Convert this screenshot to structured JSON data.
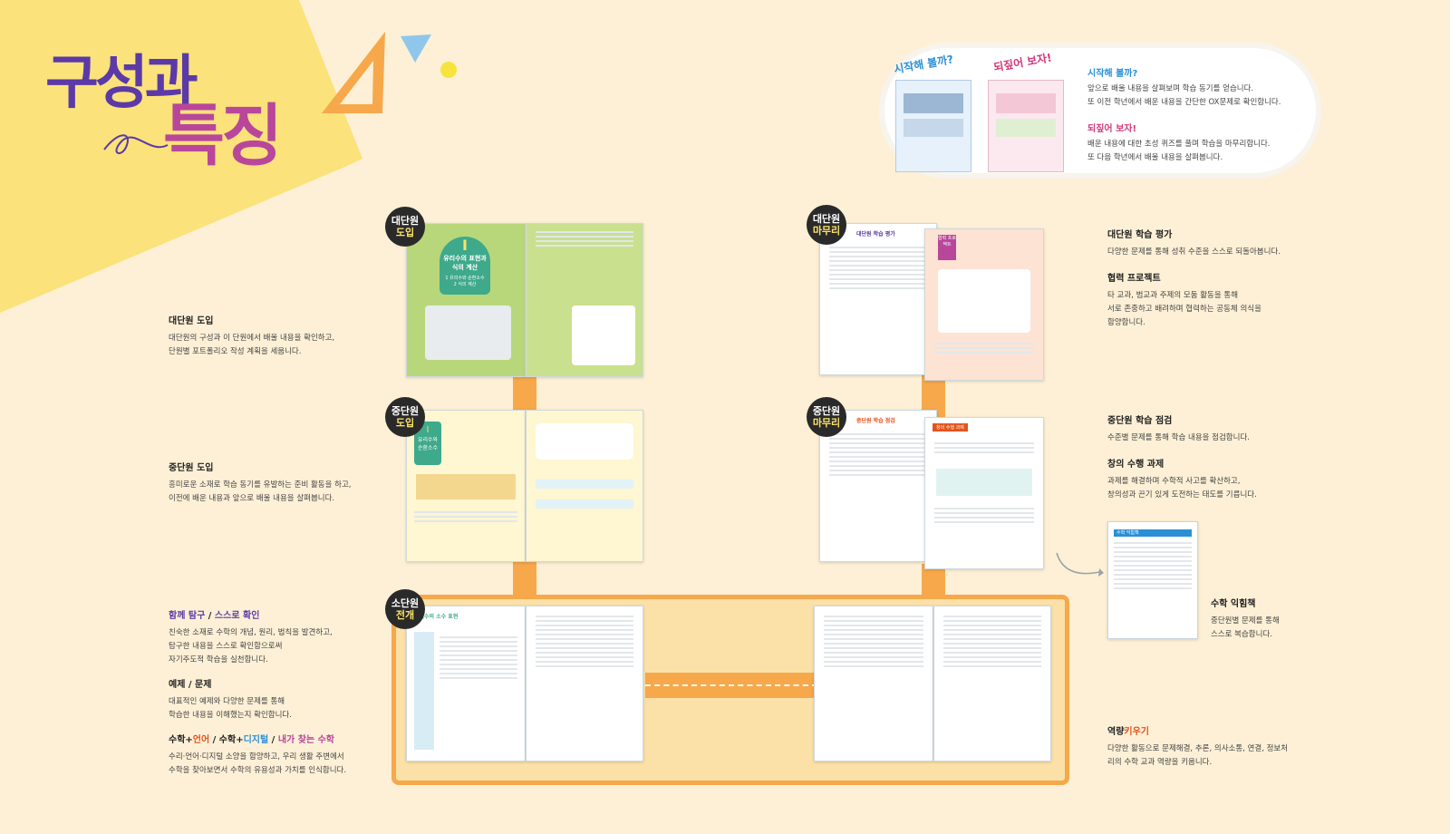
{
  "title": {
    "line1": "구성과",
    "line2": "특징"
  },
  "bubble": {
    "label_start": "시작해 볼까?",
    "label_review": "되짚어 보자!",
    "start_heading": "시작해 볼까?",
    "start_text1": "앞으로 배울 내용을 살펴보며 학습 동기를 얻습니다.",
    "start_text2": "또 이전 학년에서 배운 내용을 간단한 OX문제로 확인합니다.",
    "review_heading": "되짚어 보자!",
    "review_text1": "배운 내용에 대한 초성 퀴즈를 풀며 학습을 마무리합니다.",
    "review_text2": "또 다음 학년에서 배울 내용을 살펴봅니다."
  },
  "left": {
    "big_intro_heading": "대단원 도입",
    "big_intro_text1": "대단원의 구성과 이 단원에서 배울 내용을 확인하고,",
    "big_intro_text2": "단원별 포트폴리오 작성 계획을 세웁니다.",
    "mid_intro_heading": "중단원 도입",
    "mid_intro_text1": "흥미로운 소재로 학습 동기를 유발하는 준비 활동을 하고,",
    "mid_intro_text2": "이전에 배운 내용과 앞으로 배울 내용을 살펴봅니다.",
    "explore_h1": "함께 탐구",
    "explore_sep": " / ",
    "explore_h2": "스스로 확인",
    "explore_text1": "친숙한 소재로 수학의 개념, 원리, 법칙을 발견하고,",
    "explore_text2": "탐구한 내용을 스스로 확인함으로써",
    "explore_text3": "자기주도적 학습을 실천합니다.",
    "example_heading": "예제 / 문제",
    "example_text1": "대표적인 예제와 다양한 문제를 통해",
    "example_text2": "학습한 내용을 이해했는지 확인합니다.",
    "math_h_a": "수학+",
    "math_h_b": "언어",
    "math_h_c": " / 수학+",
    "math_h_d": "디지털",
    "math_h_e": " / ",
    "math_h_f": "내가 찾는 수학",
    "math_text1": "수리·언어·디지털 소양을 함양하고, 우리 생활 주변에서",
    "math_text2": "수학을 찾아보면서 수학의 유용성과 가치를 인식합니다."
  },
  "badges": {
    "big_intro": [
      "대단원",
      "도입"
    ],
    "mid_intro": [
      "중단원",
      "도입"
    ],
    "small_dev": [
      "소단원",
      "전개"
    ],
    "big_end": [
      "대단원",
      "마무리"
    ],
    "mid_end": [
      "중단원",
      "마무리"
    ]
  },
  "pages": {
    "unit_numeral": "I",
    "unit_title1": "유리수의 표현과",
    "unit_title2": "식의 계산",
    "unit_sub1": "1 유리수와 순환소수",
    "unit_sub2": "2 식의 계산",
    "mid_unit_title1": "유리수와",
    "mid_unit_title2": "순환소수",
    "small_dev_title": "유리수의 소수 표현",
    "big_eval_label": "대단원 학습 평가",
    "collab_label": "협력 프로젝트",
    "mid_check_label": "중단원 학습 점검",
    "creative_label": "창의 수행 과제"
  },
  "right": {
    "big_eval_heading": "대단원 학습 평가",
    "big_eval_text": "다양한 문제를 통해 성취 수준을 스스로 되돌아봅니다.",
    "collab_heading": "협력 프로젝트",
    "collab_text1": "타 교과, 범교과 주제의 모둠 활동을 통해",
    "collab_text2": "서로 존중하고 배려하며 협력하는 공동체 의식을",
    "collab_text3": "함양합니다.",
    "mid_check_heading": "중단원 학습 점검",
    "mid_check_text": "수준별 문제를 통해 학습 내용을 점검합니다.",
    "creative_heading": "창의 수행 과제",
    "creative_text1": "과제를 해결하며 수학적 사고를 확산하고,",
    "creative_text2": "창의성과 끈기 있게 도전하는 태도를 기릅니다.",
    "practice_heading": "수학 익힘책",
    "practice_text1": "중단원별 문제를 통해",
    "practice_text2": "스스로 복습합니다.",
    "practice_card_label": "수학 익힘책",
    "competency_h1": "역량",
    "competency_h2": "키우기",
    "competency_text": "다양한 활동으로 문제해결, 추론, 의사소통, 연결, 정보처리의 수학 교과 역량을 키웁니다."
  },
  "colors": {
    "purple": "#5b3aa8",
    "magenta": "#b8479b",
    "road": "#f6a84b",
    "badge": "#2a2a2a",
    "badge_accent": "#fde36a"
  }
}
